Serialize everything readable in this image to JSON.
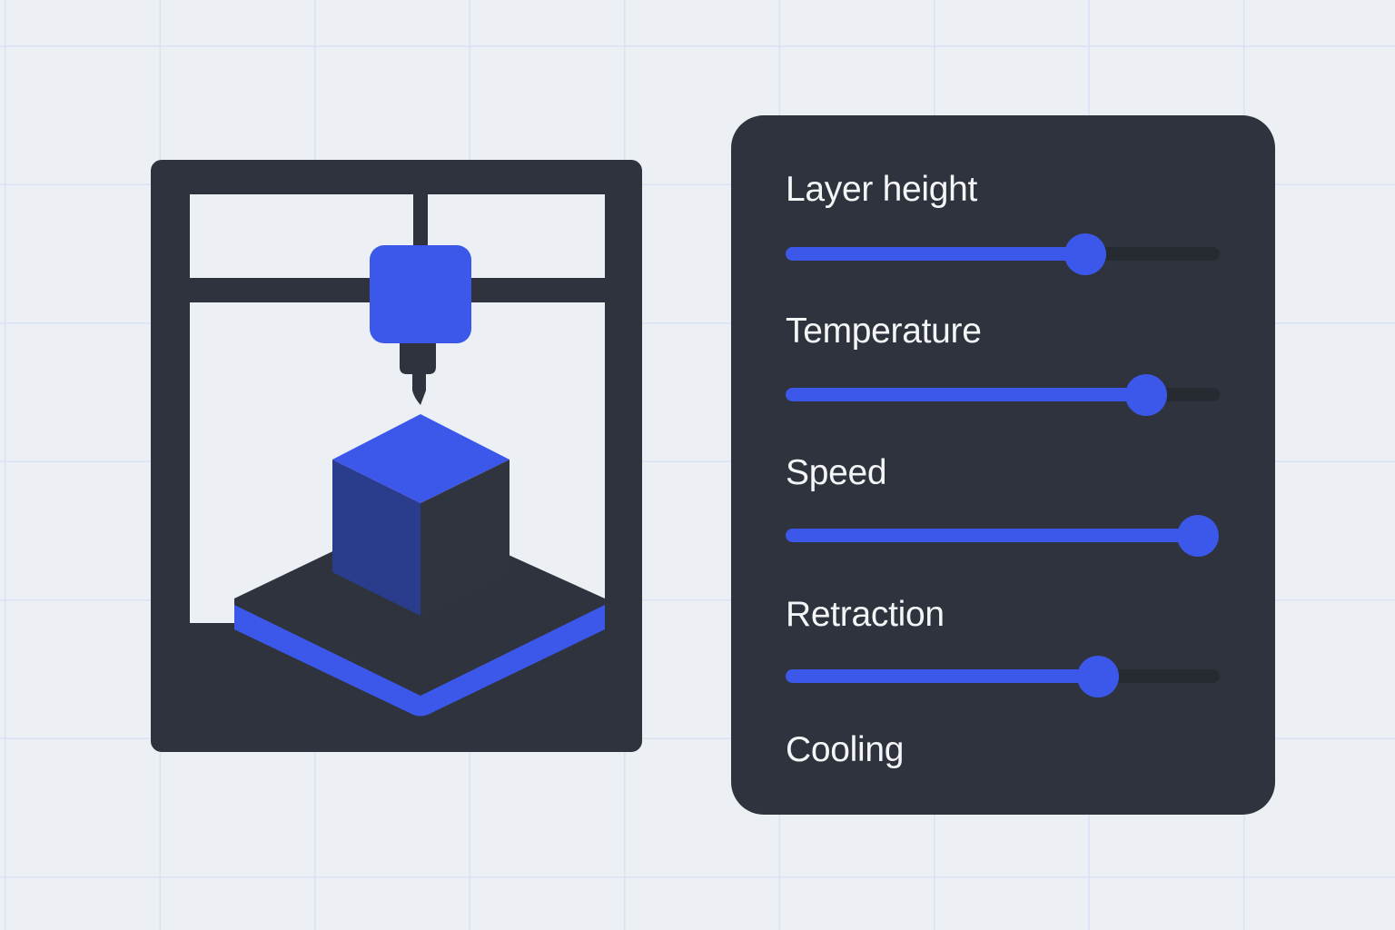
{
  "colors": {
    "background": "#eceff4",
    "gridline": "#d8e2f3",
    "panel": "#2e333d",
    "accent": "#3c58ea",
    "track": "#262a31",
    "label_text": "#f4f5f7"
  },
  "illustration": {
    "icon": "3d-printer-icon"
  },
  "settings": [
    {
      "label": "Layer height",
      "value_percent": 69
    },
    {
      "label": "Temperature",
      "value_percent": 83
    },
    {
      "label": "Speed",
      "value_percent": 95
    },
    {
      "label": "Retraction",
      "value_percent": 72
    },
    {
      "label": "Cooling"
    }
  ]
}
